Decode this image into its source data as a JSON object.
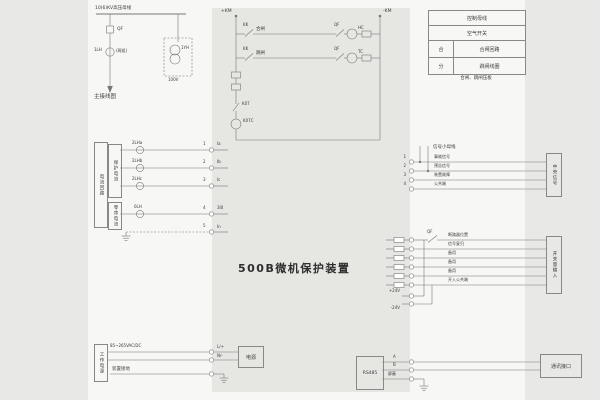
{
  "device_title": "500B微机保护装置",
  "colors": {
    "line": "#777777",
    "text": "#3c3c3c",
    "band": "#e6e6e3",
    "paper": "#f7f7f5",
    "outer": "#e8e8e6"
  },
  "main_wiring": {
    "bus_label": "10(6)KV高压母线",
    "breaker_label": "QF",
    "ct_label": "1LH",
    "ct_note": "(两组)",
    "pt_label": "1YH",
    "pt_secondary": "100V",
    "caption": "主接线图"
  },
  "control_circuit": {
    "positive_bus": "+KM",
    "negative_bus": "-KM",
    "rows": [
      {
        "switch": "KK",
        "func": "合闸",
        "aux": "QF",
        "coil": "HC"
      },
      {
        "switch": "KK",
        "func": "跳闸",
        "aux": "QF",
        "coil": "TC"
      }
    ],
    "monitor_contact": "K07",
    "monitor_coil": "K07C"
  },
  "control_table": {
    "header": "控制母线",
    "air_switch": "空气开关",
    "rows": [
      {
        "key": "合",
        "value": "合闸回路"
      },
      {
        "key": "分",
        "value": "跳闸线圈"
      }
    ],
    "caption": "合闸、跳闸压板"
  },
  "current_circuit": {
    "group_label": "电流回路",
    "protection_label": "保护电流",
    "zero_seq_label": "零序电流",
    "rows": [
      {
        "ct": "2LHa",
        "terminal": "1",
        "signal": "Ia"
      },
      {
        "ct": "2LHb",
        "terminal": "2",
        "signal": "Ib"
      },
      {
        "ct": "2LHc",
        "terminal": "3",
        "signal": "Ic"
      },
      {
        "ct": "0LH",
        "terminal": "4",
        "signal": "3I0"
      }
    ],
    "neutral_terminal": "5",
    "neutral_signal": "In"
  },
  "signal_circuit": {
    "bus_caption": "信号小母线",
    "rows": [
      {
        "terminal": "1",
        "label": "事故信号"
      },
      {
        "terminal": "2",
        "label": "预告信号"
      },
      {
        "terminal": "3",
        "label": "装置故障"
      },
      {
        "terminal": "4",
        "label": "公共端"
      }
    ],
    "destination": "中央信号"
  },
  "binary_input": {
    "rows": [
      {
        "label": "断路器位置",
        "aux": "QF"
      },
      {
        "label": "信号复归"
      },
      {
        "label": "备用"
      },
      {
        "label": "备用"
      },
      {
        "label": "备用"
      },
      {
        "label": "开入公共端"
      }
    ],
    "positive_24v": "+24V",
    "negative_24v": "-24V",
    "destination": "开关量输入"
  },
  "power_supply": {
    "group_label": "工作电源",
    "voltage_range": "85~265VAC/DC",
    "live_label": "L/+",
    "neutral_label": "N/-",
    "module_label": "电源",
    "ground_label": "装置接地"
  },
  "communication": {
    "module_label": "RS485",
    "rows": [
      {
        "label": "A"
      },
      {
        "label": "B"
      },
      {
        "label": "屏蔽"
      }
    ],
    "destination": "通讯接口"
  }
}
